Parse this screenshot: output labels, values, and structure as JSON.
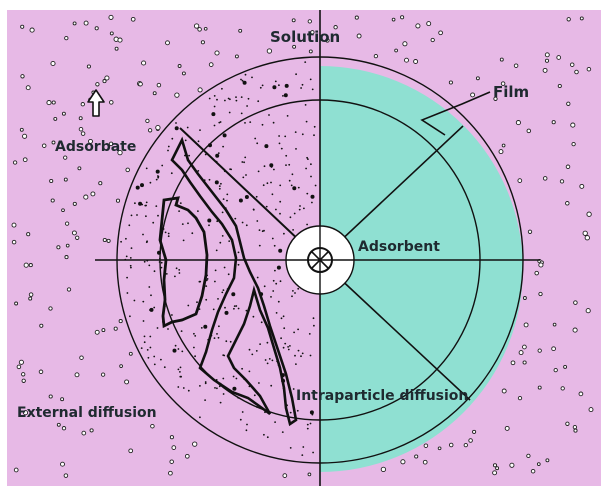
{
  "diagram": {
    "labels": {
      "solution": "Solution",
      "film": "Film",
      "adsorbate": "Adsorbate",
      "adsorbent": "Adsorbent",
      "external_diffusion": "External diffusion",
      "intraparticle_diffusion": "Intraparticle diffusion"
    },
    "colors": {
      "solution_background": "#e7b9e6",
      "particle_fill": "#8fe0d2",
      "outline": "#111111",
      "outer_frame": "#ffffff"
    }
  }
}
